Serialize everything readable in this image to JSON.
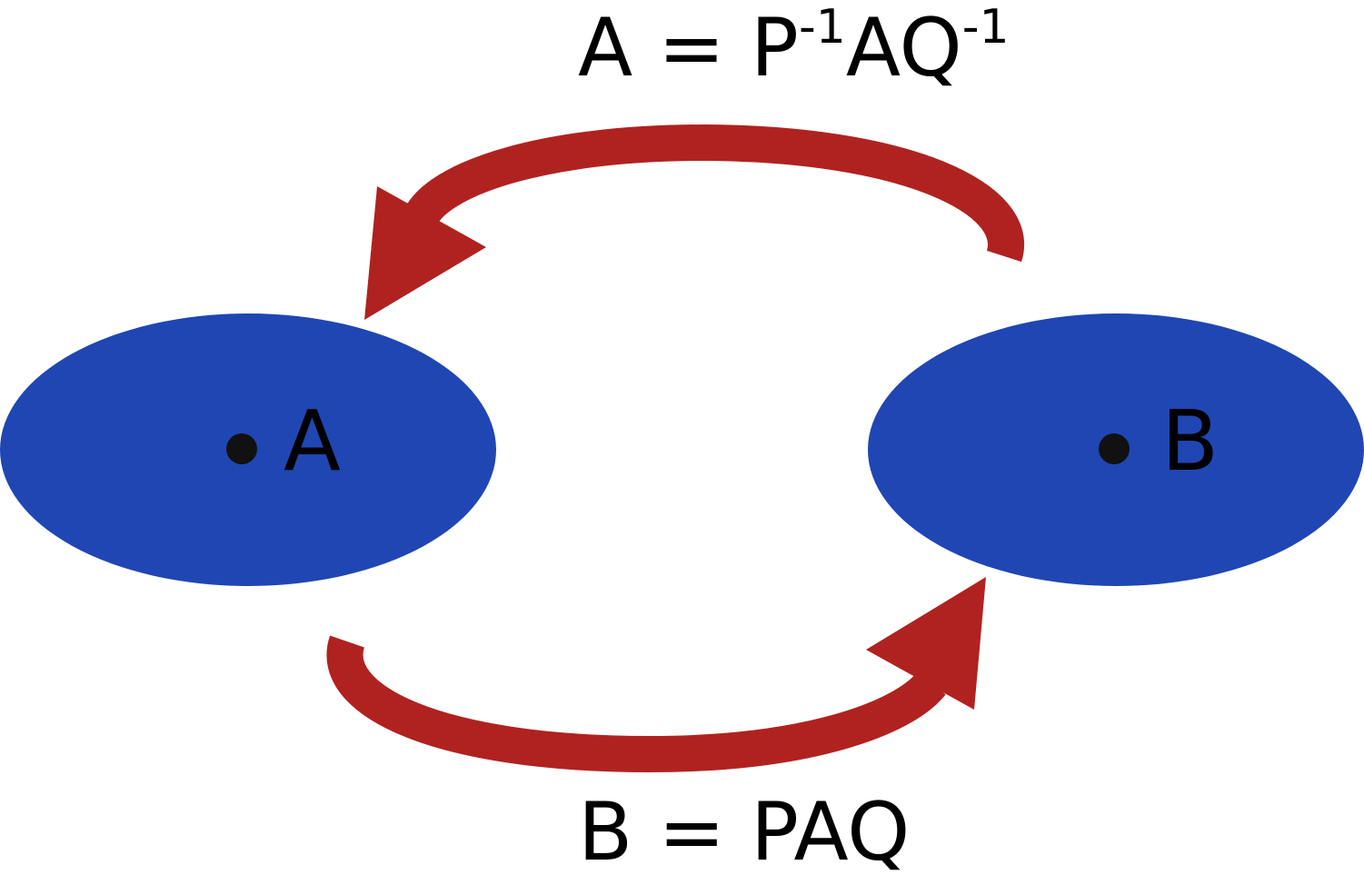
{
  "colors": {
    "node_fill": "#1f46b3",
    "arrow_fill": "#b0221f",
    "dot": "#111111",
    "text": "#000000"
  },
  "nodes": {
    "a": {
      "label": "A"
    },
    "b": {
      "label": "B"
    }
  },
  "formulas": {
    "top": {
      "lhs": "A = P",
      "sup1": "-1",
      "mid": "AQ",
      "sup2": "-1"
    },
    "bottom": "B = PAQ"
  }
}
